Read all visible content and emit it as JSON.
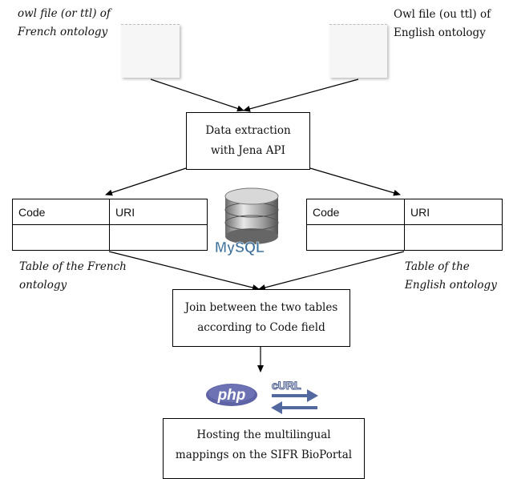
{
  "labels": {
    "owl_french_line1": "owl  file (or ttl) of",
    "owl_french_line2": "French ontology",
    "owl_english_line1": "Owl file (ou ttl) of",
    "owl_english_line2": "English ontology",
    "table_french_line1": "Table of the French",
    "table_french_line2": "ontology",
    "table_english_line1": "Table of the",
    "table_english_line2": "English ontology"
  },
  "boxes": {
    "extraction_line1": "Data extraction",
    "extraction_line2": "with Jena API",
    "join_line1": "Join between the two tables",
    "join_line2": "according to Code field",
    "hosting_line1": "Hosting the multilingual",
    "hosting_line2": "mappings on the SIFR BioPortal"
  },
  "tables": {
    "french": {
      "col1": "Code",
      "col2": "URI"
    },
    "english": {
      "col1": "Code",
      "col2": "URI"
    }
  },
  "logos": {
    "mysql": "MySQL",
    "php": "php",
    "curl": "cURL"
  },
  "icons": {
    "database": "database-icon",
    "document": "document-icon",
    "sync_arrows": "sync-arrows-icon"
  }
}
